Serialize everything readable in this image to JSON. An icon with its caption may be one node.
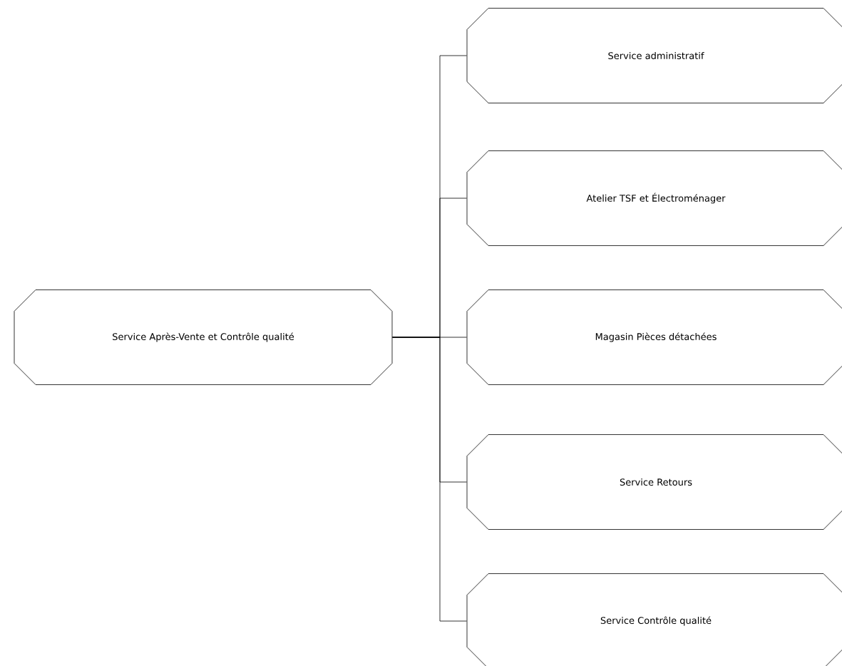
{
  "diagram": {
    "nodes": [
      {
        "text": [
          "Service Après-Vente et Contrôle qualité"
        ]
      },
      {
        "text": [
          "Service administratif"
        ]
      },
      {
        "text": [
          "Atelier TSF et Électroménager"
        ]
      },
      {
        "text": [
          "Magasin Pièces détachées"
        ]
      },
      {
        "text": [
          "Service Retours"
        ]
      },
      {
        "text": [
          "Service Contrôle qualité"
        ]
      }
    ],
    "edges": [
      {
        "from": 0,
        "to": 1,
        "arrow": "none"
      },
      {
        "from": 0,
        "to": 2,
        "arrow": "none"
      },
      {
        "from": 0,
        "to": 3,
        "arrow": "none"
      },
      {
        "from": 0,
        "to": 4,
        "arrow": "none"
      },
      {
        "from": 0,
        "to": 5,
        "arrow": "none"
      }
    ]
  }
}
